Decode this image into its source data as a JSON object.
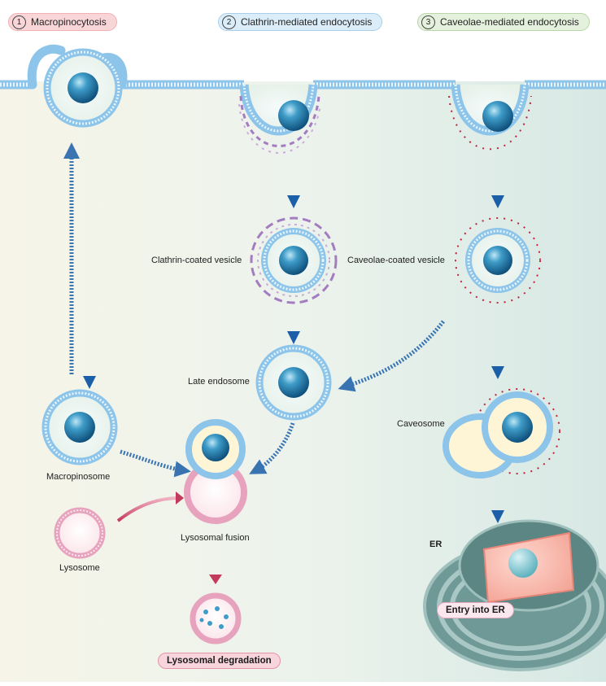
{
  "pathways": [
    {
      "number": "1",
      "label": "Macropinocytosis",
      "color": "#f6c6c8"
    },
    {
      "number": "2",
      "label": "Clathrin-mediated endocytosis",
      "color": "#cfe6f7"
    },
    {
      "number": "3",
      "label": "Caveolae-mediated endocytosis",
      "color": "#d8ecd0"
    }
  ],
  "labels": {
    "clathrin_vesicle": "Clathrin-coated vesicle",
    "caveolae_vesicle": "Caveolae-coated vesicle",
    "late_endosome": "Late endosome",
    "caveosome": "Caveosome",
    "macropinosome": "Macropinosome",
    "lysosome": "Lysosome",
    "lysosomal_fusion": "Lysosomal fusion",
    "er": "ER"
  },
  "outcomes": {
    "lysosomal_degradation": "Lysosomal degradation",
    "entry_into_er": "Entry into ER"
  },
  "colors": {
    "membrane": "#a9d3f0",
    "membrane_edge": "#6fb3e3",
    "nanoparticle": "#1f77a8",
    "arrow_blue": "#1a5fa8",
    "arrow_red": "#c43a5c",
    "clathrin": "#8e5ca8",
    "caveolin": "#c0243d",
    "lysosome": "#e7a3bd",
    "er": "#7fa6a3"
  }
}
